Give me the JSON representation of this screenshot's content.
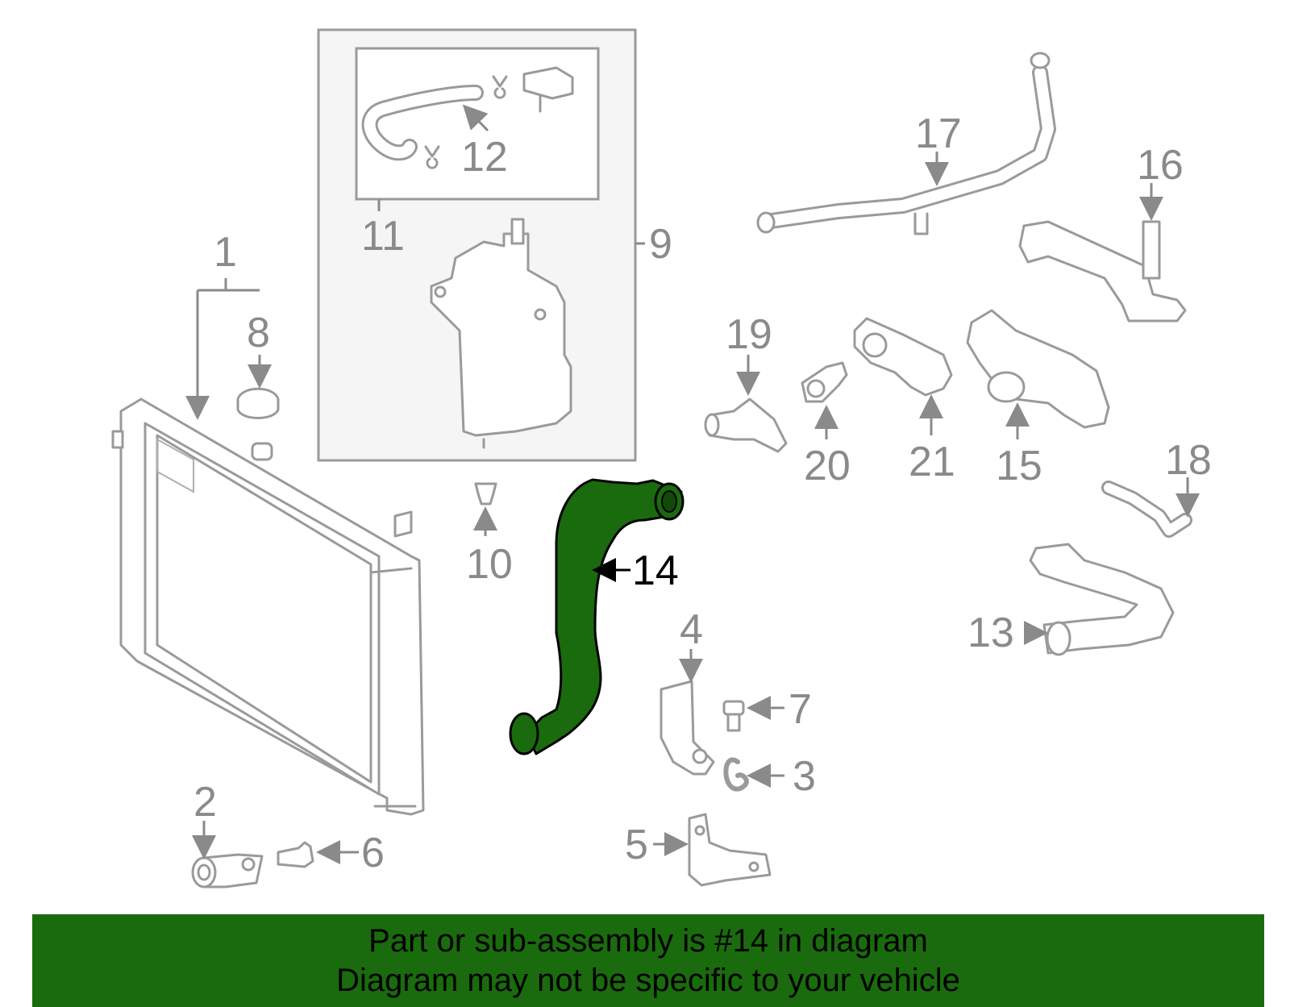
{
  "diagram": {
    "callouts": [
      "1",
      "2",
      "3",
      "4",
      "5",
      "6",
      "7",
      "8",
      "9",
      "10",
      "11",
      "12",
      "13",
      "14",
      "15",
      "16",
      "17",
      "18",
      "19",
      "20",
      "21"
    ],
    "highlighted_part": "14",
    "highlight_color": "#1a6b0d"
  },
  "banner": {
    "line1": "Part or sub-assembly is #14 in diagram",
    "line2": "Diagram may not be specific to your vehicle",
    "background": "#1a6b0d"
  }
}
